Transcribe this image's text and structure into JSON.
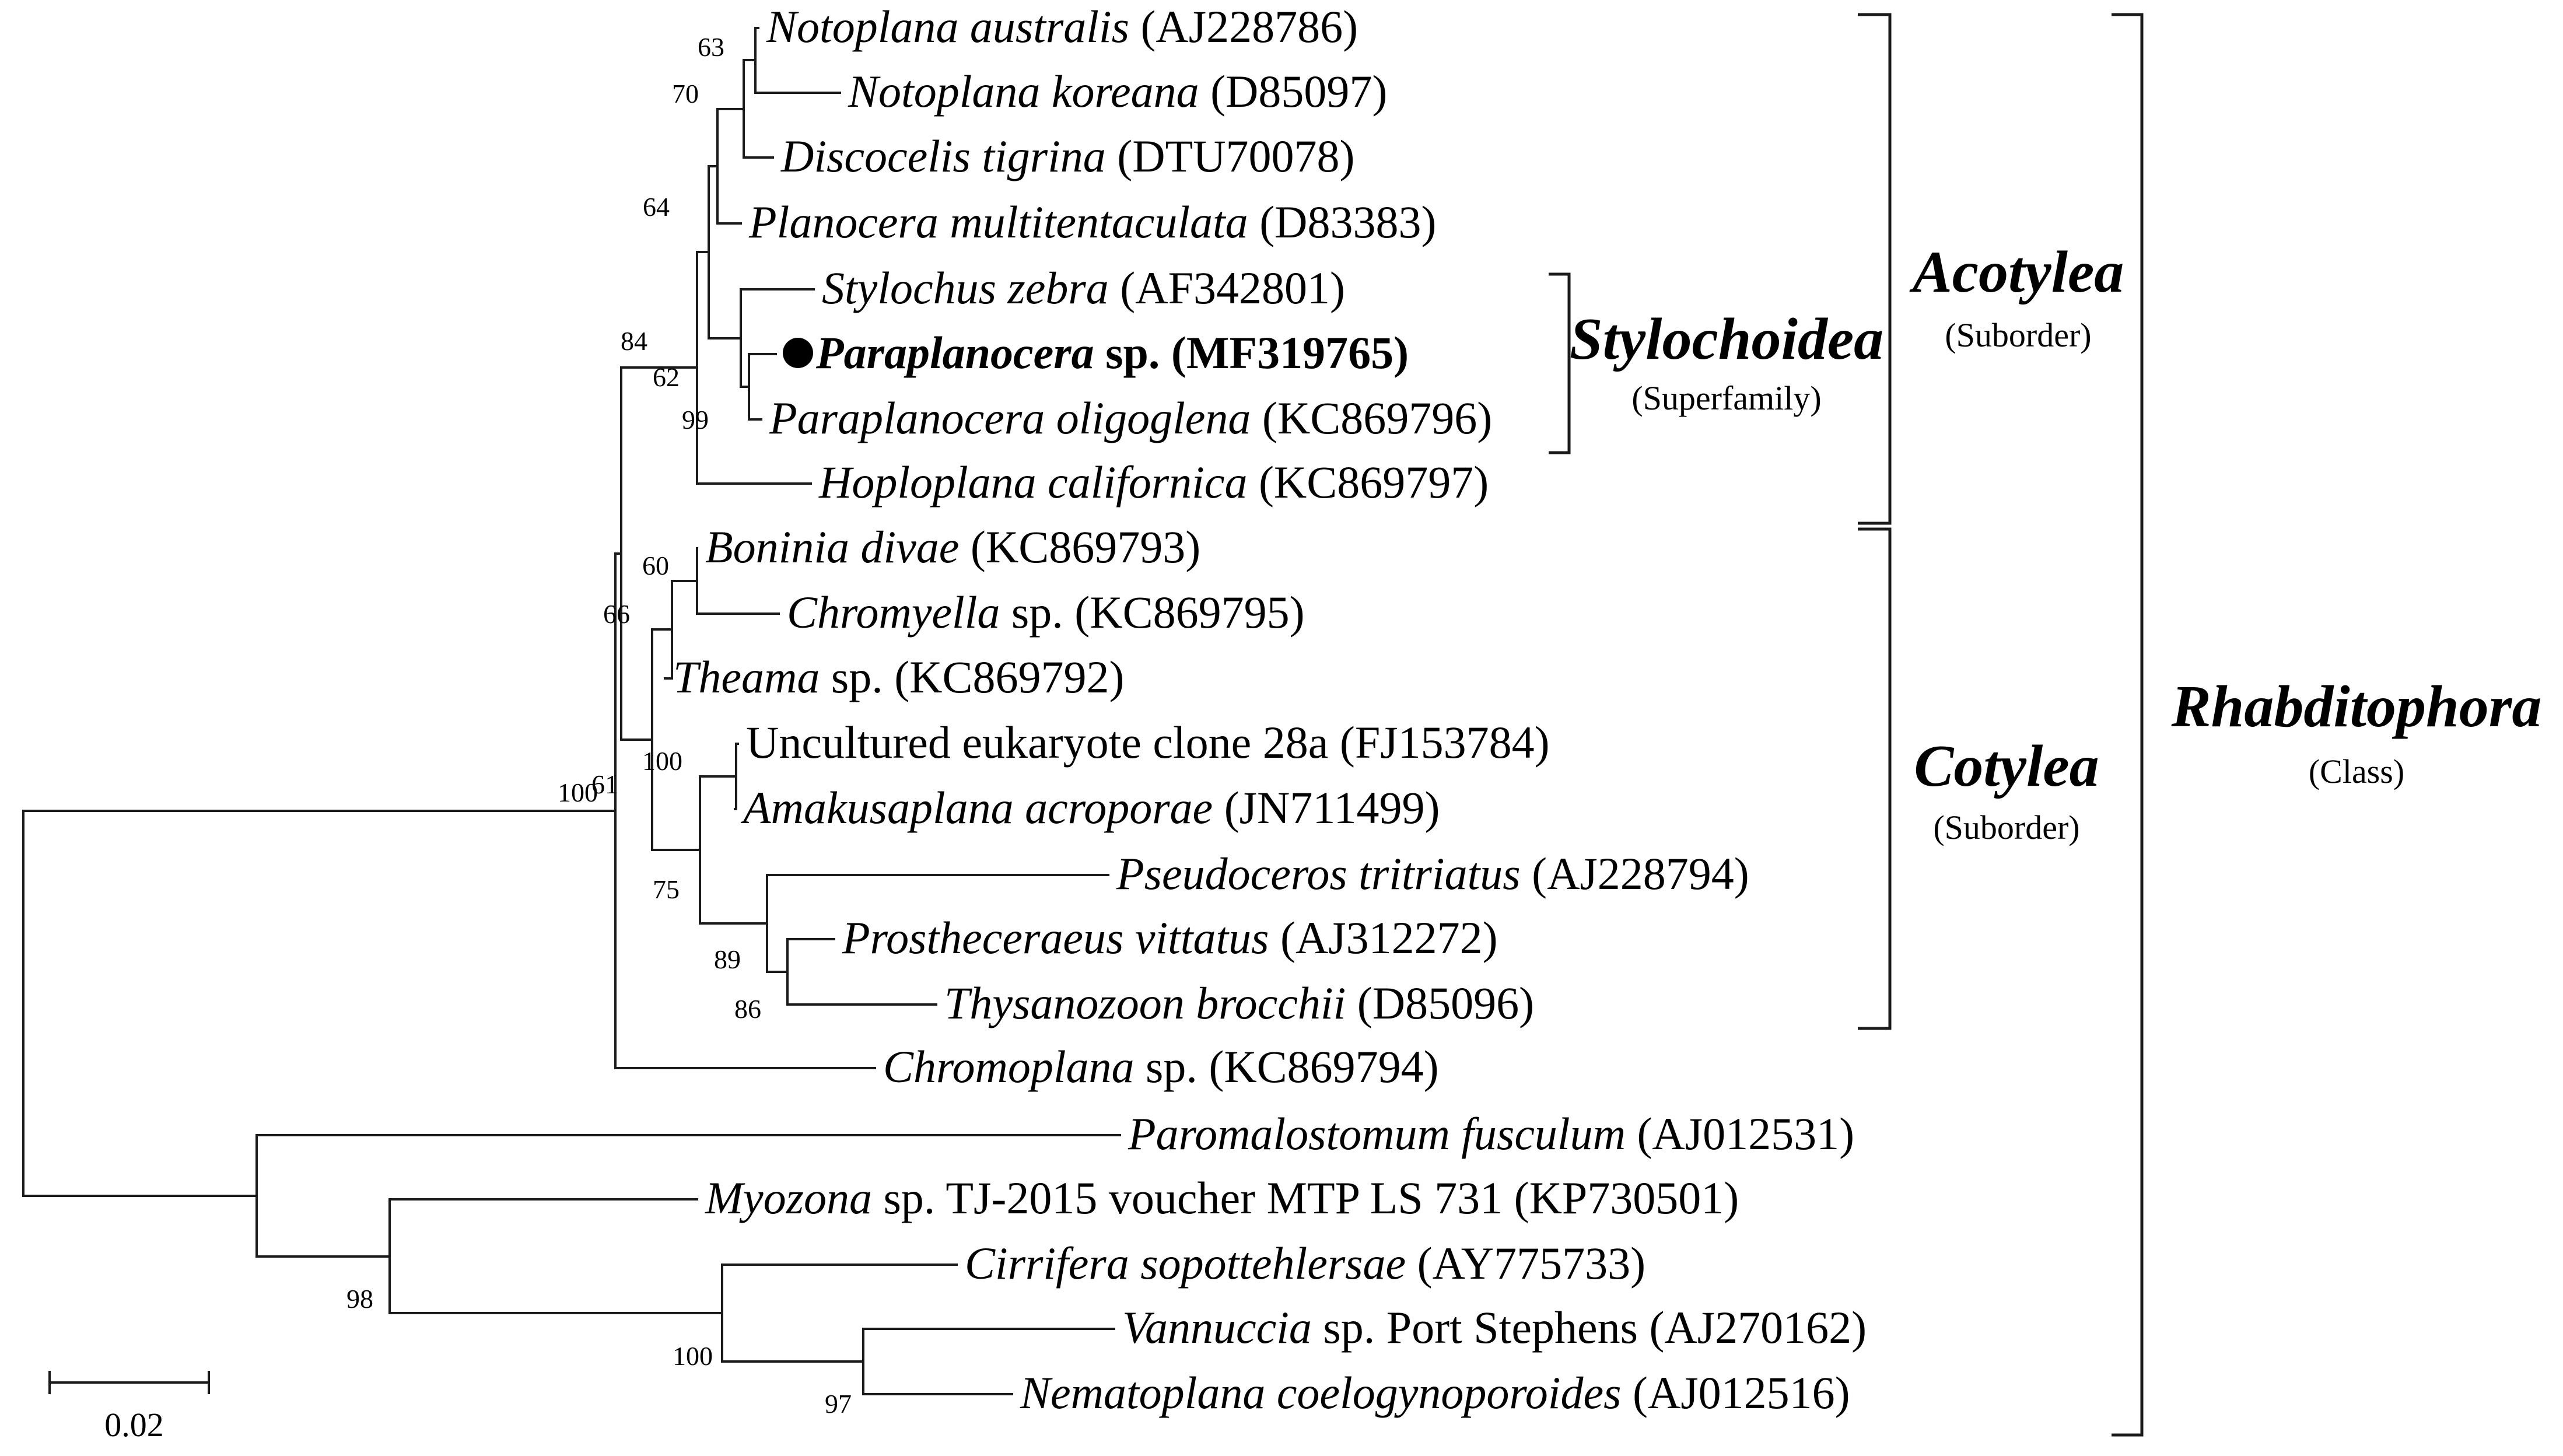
{
  "taxa": [
    {
      "id": "t1",
      "italic": "Notoplana australis",
      "rest": " (AJ228786)"
    },
    {
      "id": "t2",
      "italic": "Notoplana koreana",
      "rest": " (D85097)"
    },
    {
      "id": "t3",
      "italic": "Discocelis tigrina",
      "rest": " (DTU70078)"
    },
    {
      "id": "t4",
      "italic": "Planocera multitentaculata",
      "rest": " (D83383)"
    },
    {
      "id": "t5",
      "italic": "Stylochus zebra",
      "rest": " (AF342801)"
    },
    {
      "id": "t6",
      "italic": "Paraplanocera",
      "rest": "  sp. (MF319765)",
      "highlight": true
    },
    {
      "id": "t7",
      "italic": "Paraplanocera oligoglena",
      "rest": " (KC869796)"
    },
    {
      "id": "t8",
      "italic": "Hoploplana californica",
      "rest": " (KC869797)"
    },
    {
      "id": "t9",
      "italic": "Boninia divae",
      "rest": " (KC869793)"
    },
    {
      "id": "t10",
      "italic": "Chromyella",
      "rest": " sp. (KC869795)"
    },
    {
      "id": "t11",
      "italic": "Theama",
      "rest": " sp. (KC869792)"
    },
    {
      "id": "t12",
      "italic": "",
      "rest": "Uncultured eukaryote clone 28a (FJ153784)"
    },
    {
      "id": "t13",
      "italic": "Amakusaplana acroporae",
      "rest": " (JN711499)"
    },
    {
      "id": "t14",
      "italic": "Pseudoceros tritriatus",
      "rest": " (AJ228794)"
    },
    {
      "id": "t15",
      "italic": "Prostheceraeus vittatus",
      "rest": " (AJ312272)"
    },
    {
      "id": "t16",
      "italic": "Thysanozoon brocchii",
      "rest": " (D85096)"
    },
    {
      "id": "t17",
      "italic": "Chromoplana",
      "rest": " sp. (KC869794)"
    },
    {
      "id": "t18",
      "italic": "Paromalostomum fusculum",
      "rest": " (AJ012531)"
    },
    {
      "id": "t19",
      "italic": "Myozona",
      "rest": " sp. TJ-2015 voucher MTP LS 731 (KP730501)"
    },
    {
      "id": "t20",
      "italic": "Cirrifera sopottehlersae",
      "rest": " (AY775733)"
    },
    {
      "id": "t21",
      "italic": "Vannuccia",
      "rest": " sp. Port Stephens (AJ270162)"
    },
    {
      "id": "t22",
      "italic": "Nematoplana coelogynoporoides",
      "rest": " (AJ012516)"
    }
  ],
  "bootstrap": [
    "63",
    "70",
    "64",
    "84",
    "62",
    "99",
    "60",
    "66",
    "100",
    "75",
    "89",
    "86",
    "100",
    "61",
    "98",
    "100",
    "97"
  ],
  "groups": {
    "acotylea": {
      "title": "Acotylea",
      "rank": "(Suborder)"
    },
    "cotylea": {
      "title": "Cotylea",
      "rank": "(Suborder)"
    },
    "stylochoidea": {
      "title": "Stylochoidea",
      "rank": "(Superfamily)"
    },
    "rhabditophora": {
      "title": "Rhabditophora",
      "rank": "(Class)"
    }
  },
  "scale_bar": {
    "label": "0.02"
  }
}
